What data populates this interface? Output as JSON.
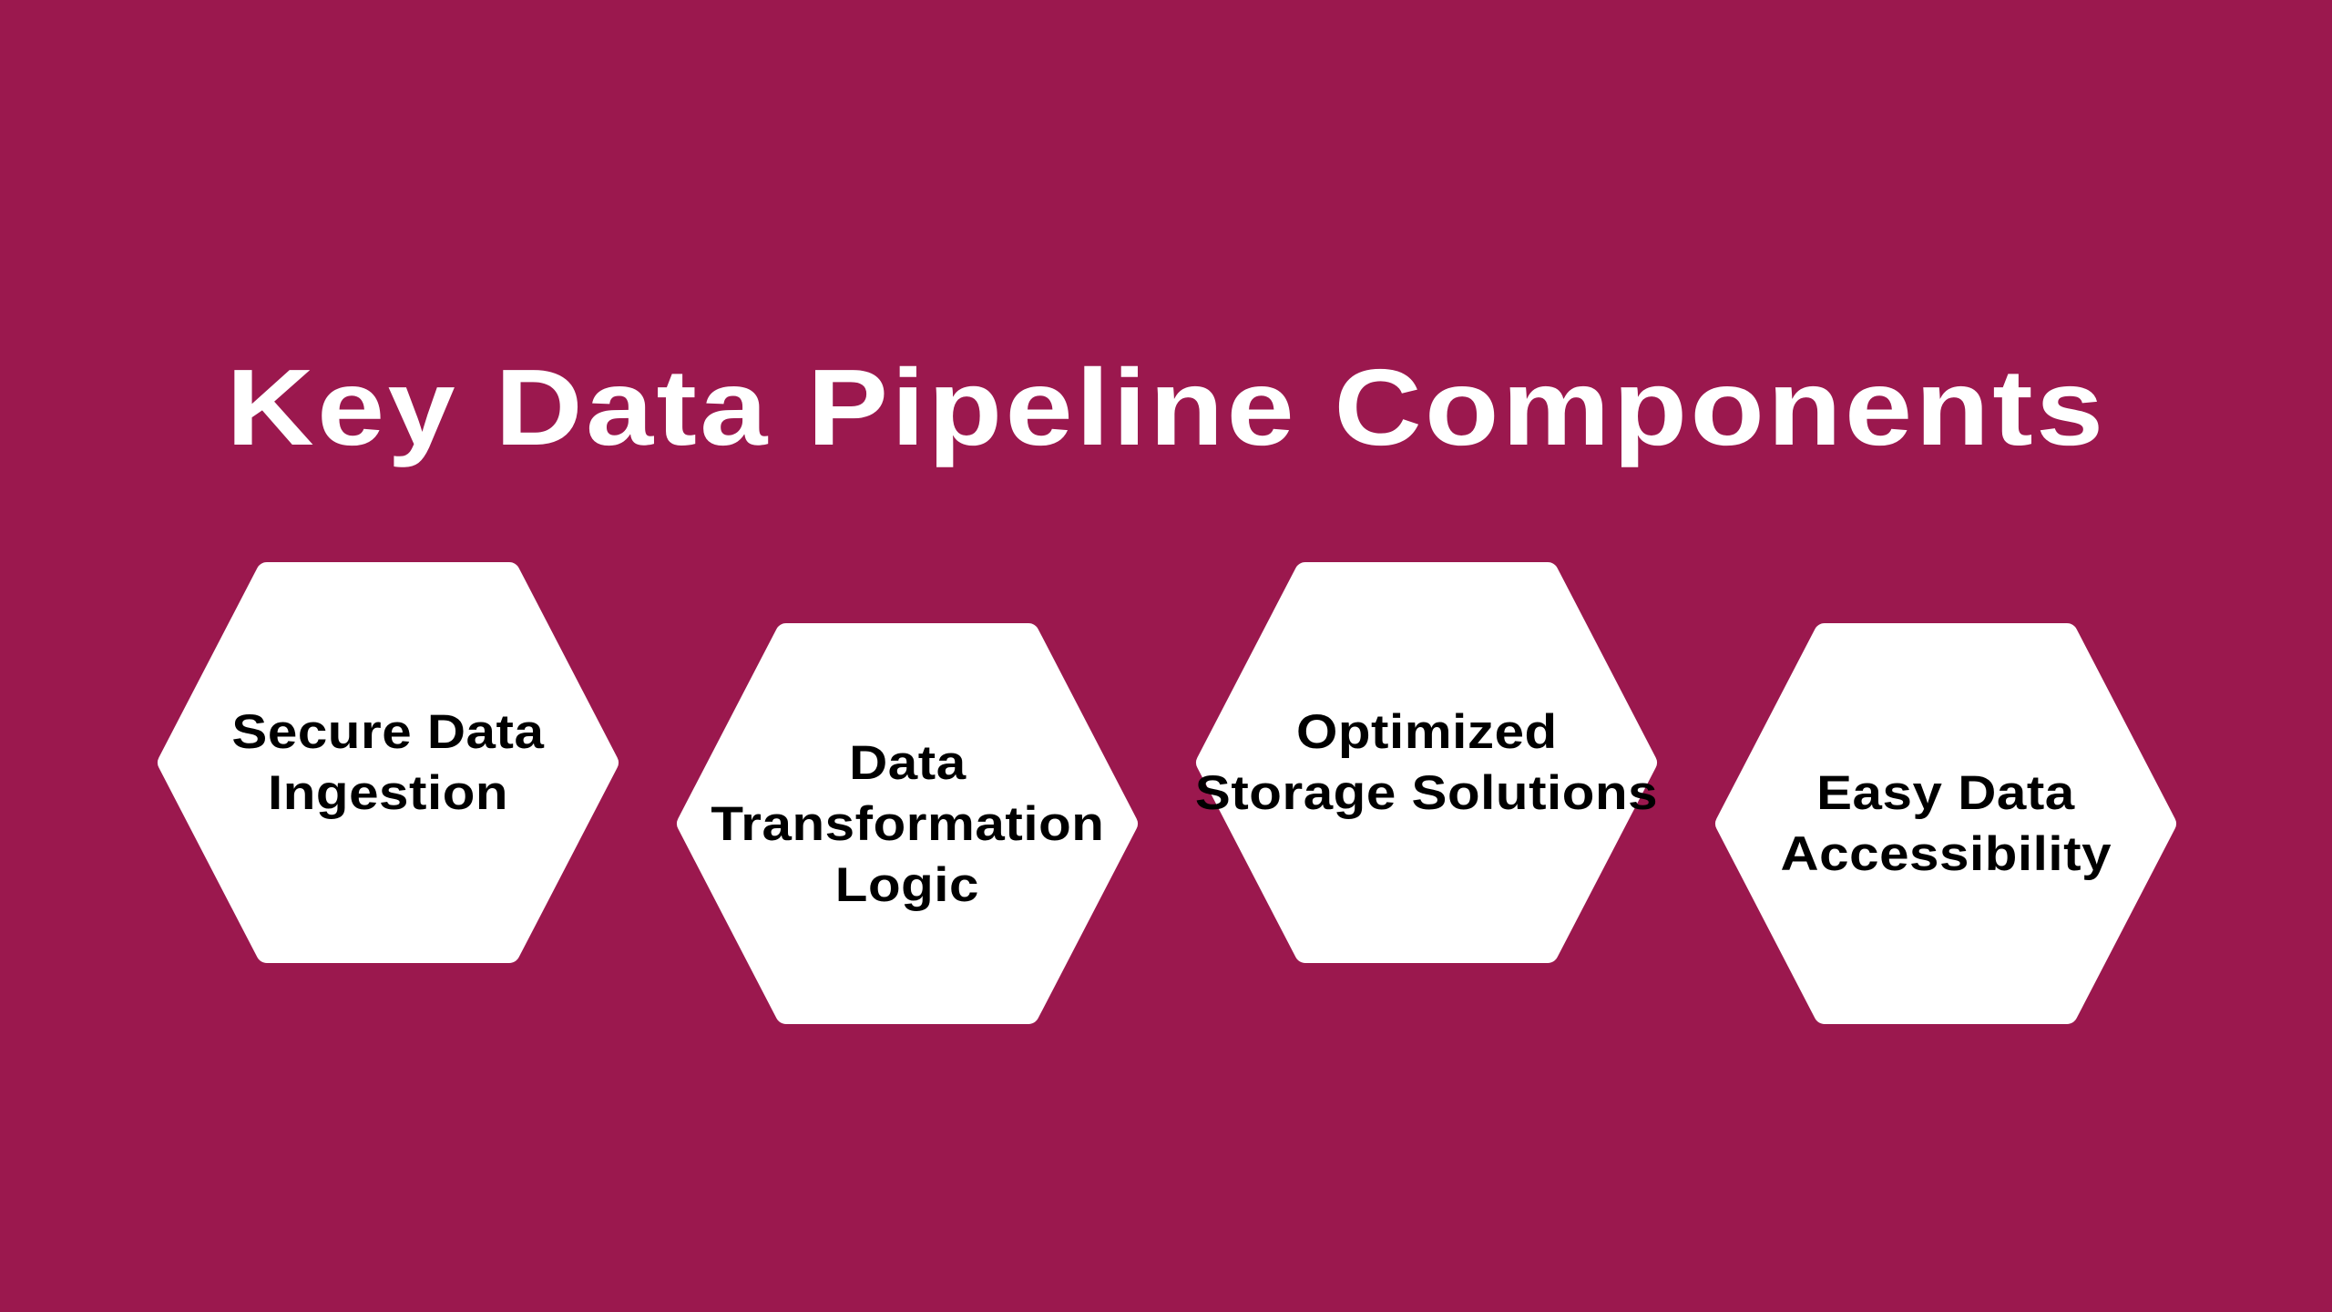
{
  "slide": {
    "background_color": "#9B184E",
    "title": "Key Data Pipeline Components",
    "title_color": "#FFFFFF",
    "hexagon_color": "#FFFFFF",
    "label_color": "#000000"
  },
  "components": [
    {
      "lines": [
        "Secure Data",
        "Ingestion"
      ]
    },
    {
      "lines": [
        "Data",
        "Transformation",
        "Logic"
      ]
    },
    {
      "lines": [
        "Optimized",
        "Storage Solutions"
      ]
    },
    {
      "lines": [
        "Easy Data",
        "Accessibility"
      ]
    }
  ]
}
